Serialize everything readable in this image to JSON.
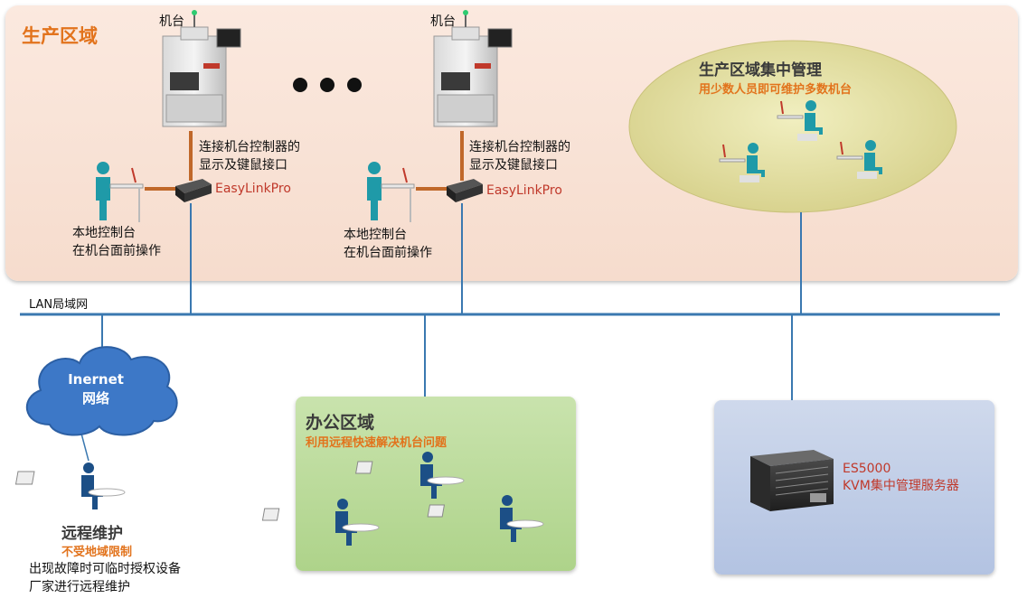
{
  "production_zone": {
    "title": "生产区域",
    "machine_label_1": "机台",
    "machine_label_2": "机台",
    "connect_note_1": [
      "连接机台控制器的",
      "显示及键鼠接口"
    ],
    "connect_note_2": [
      "连接机台控制器的",
      "显示及键鼠接口"
    ],
    "device_1": "EasyLinkPro",
    "device_2": "EasyLinkPro",
    "local_console_1": [
      "本地控制台",
      "在机台面前操作"
    ],
    "local_console_2": [
      "本地控制台",
      "在机台面前操作"
    ],
    "central": {
      "title": "生产区域集中管理",
      "subtitle": "用少数人员即可维护多数机台"
    }
  },
  "network": {
    "lan_label": "LAN局域网",
    "internet_label": [
      "Inernet",
      "网络"
    ]
  },
  "remote": {
    "title": "远程维护",
    "subtitle": "不受地域限制",
    "desc": [
      "出现故障时可临时授权设备",
      "厂家进行远程维护"
    ]
  },
  "office_zone": {
    "title": "办公区域",
    "subtitle": "利用远程快速解决机台问题"
  },
  "server_zone": {
    "model": "ES5000",
    "desc": "KVM集中管理服务器"
  },
  "colors": {
    "accent_orange": "#e2731c",
    "lan_blue": "#3a78b0",
    "cable_brown": "#c0682a",
    "person_teal": "#1f9aa8",
    "device_red": "#c0392b"
  }
}
